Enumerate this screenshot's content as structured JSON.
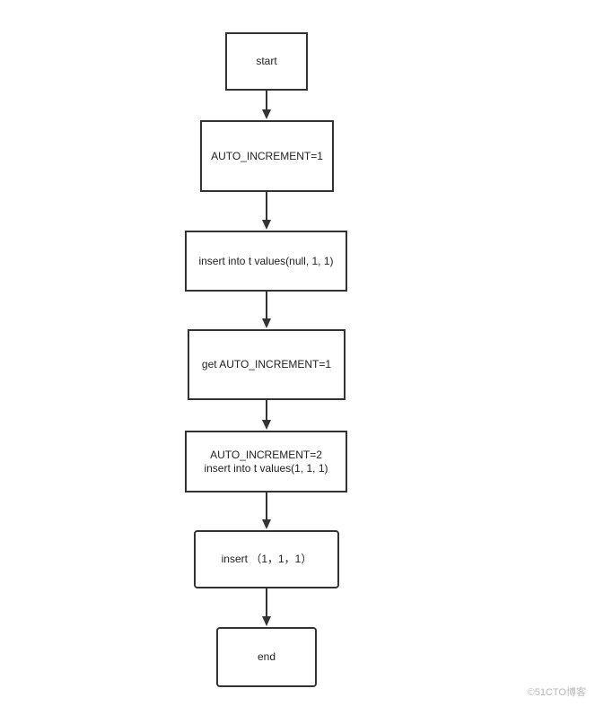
{
  "nodes": {
    "start": "start",
    "auto_increment_1": "AUTO_INCREMENT=1",
    "insert_null": "insert into t values(null, 1, 1)",
    "get_auto_increment": "get AUTO_INCREMENT=1",
    "auto_increment_2_line1": "AUTO_INCREMENT=2",
    "auto_increment_2_line2": "insert into t values(1, 1, 1)",
    "insert_result": "insert （1，1，1）",
    "end": "end"
  },
  "watermark": "©51CTO博客",
  "colors": {
    "stroke": "#333333",
    "text": "#222222",
    "background": "#ffffff"
  }
}
